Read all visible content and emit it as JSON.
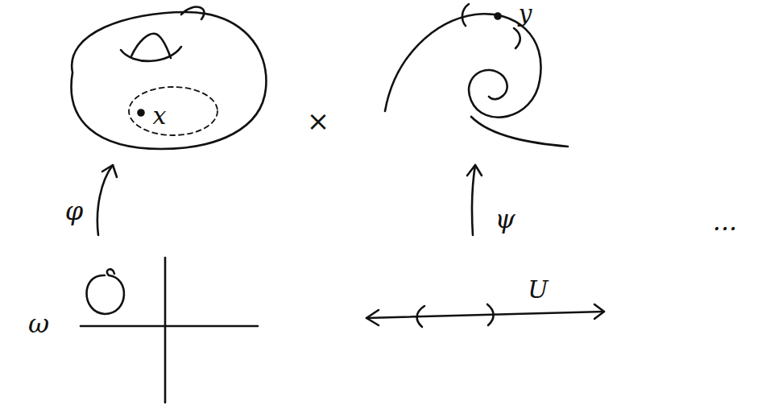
{
  "diagram": {
    "labels": [
      "x",
      "×",
      "y",
      "φ",
      "ψ",
      "ω",
      "U",
      "..."
    ]
  }
}
